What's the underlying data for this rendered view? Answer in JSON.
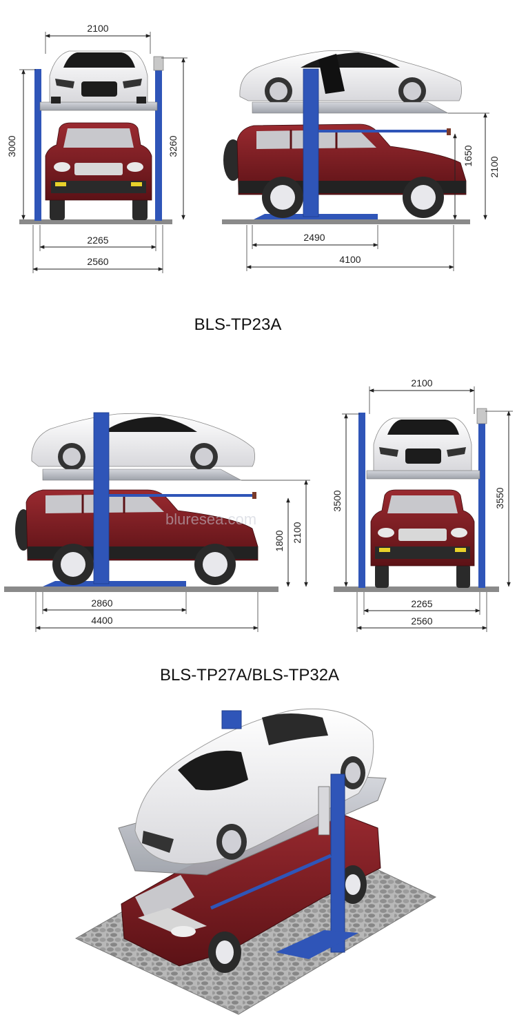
{
  "section1": {
    "title": "BLS-TP23A",
    "front_view": {
      "top_width": "2100",
      "left_height": "3000",
      "right_height": "3260",
      "inner_width": "2265",
      "outer_width": "2560"
    },
    "side_view": {
      "h1": "1650",
      "h2": "2100",
      "inner_length": "2490",
      "outer_length": "4100"
    }
  },
  "section2": {
    "title": "BLS-TP27A/BLS-TP32A",
    "watermark": "bluresea.com",
    "side_view": {
      "h1": "1800",
      "h2": "2100",
      "inner_length": "2860",
      "outer_length": "4400"
    },
    "front_view": {
      "top_width": "2100",
      "left_height": "3500",
      "right_height": "3550",
      "inner_width": "2265",
      "outer_width": "2560"
    }
  },
  "colors": {
    "post_blue": "#2f55b8",
    "post_blue_dark": "#1f3d8c",
    "suv_red": "#7a1e22",
    "suv_red_dark": "#4d0f12",
    "car_white": "#f2f2f4",
    "ground": "#8a8a8a",
    "cobble": "#9a9a9a"
  }
}
